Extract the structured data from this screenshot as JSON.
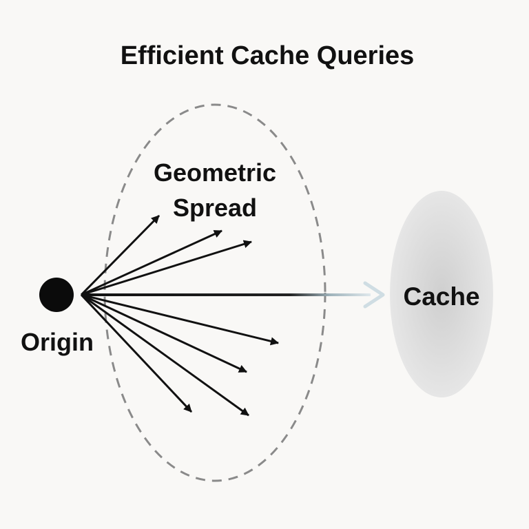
{
  "title": "Efficient Cache Queries",
  "labels": {
    "spread_line1": "Geometric",
    "spread_line2": "Spread",
    "origin": "Origin",
    "cache": "Cache"
  },
  "colors": {
    "background": "#f9f8f6",
    "ink": "#111111",
    "dashed_boundary": "#8a8a8a",
    "cache_fill": "#d9d9d9",
    "fading_arrow": "#c9d6dc"
  },
  "icons": {
    "origin": "filled-circle",
    "cache": "ellipse",
    "spread": "dashed-ellipse"
  }
}
